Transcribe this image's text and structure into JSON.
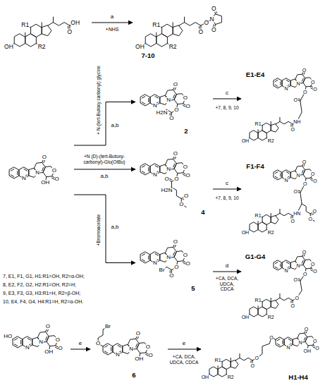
{
  "diagram": {
    "nodes": [
      {
        "text": [
          "R1",
          "R2",
          "OH",
          "O",
          "OH"
        ]
      },
      {
        "text": [
          "7-10",
          "R1",
          "R2",
          "OH",
          "O",
          "O",
          "N",
          "O",
          "O"
        ]
      },
      {
        "text": [
          "2",
          "N",
          "N",
          "O",
          "O",
          "O",
          "O",
          "O",
          "H2N"
        ]
      },
      {
        "text": [
          "E1-E4",
          "R1",
          "R2",
          "OH",
          "O",
          "NH",
          "O",
          "O",
          "N",
          "N",
          "O",
          "O",
          "O"
        ]
      },
      {
        "text": [
          "N",
          "N",
          "O",
          "O",
          "O",
          "OH"
        ]
      },
      {
        "text": [
          "4",
          "N",
          "N",
          "O",
          "O",
          "O",
          "O",
          "O",
          "H2N",
          "O",
          "O"
        ]
      },
      {
        "text": [
          "F1-F4",
          "R1",
          "R2",
          "OH",
          "O",
          "HN",
          "O",
          "O",
          "O",
          "O",
          "N",
          "N",
          "O",
          "O",
          "O"
        ]
      },
      {
        "text": [
          "5",
          "N",
          "N",
          "O",
          "O",
          "O",
          "O",
          "O",
          "Br"
        ]
      },
      {
        "text": [
          "G1-G4",
          "R1",
          "R2",
          "OH",
          "O",
          "O",
          "O",
          "O",
          "N",
          "N",
          "O",
          "O",
          "O"
        ]
      },
      {
        "text": [
          "HO",
          "N",
          "N",
          "O",
          "O",
          "O",
          "OH"
        ]
      },
      {
        "text": [
          "6",
          "Br",
          "O",
          "N",
          "N",
          "O",
          "O",
          "O",
          "OH"
        ]
      },
      {
        "text": [
          "H1-H4",
          "R1",
          "R2",
          "OH",
          "O",
          "O",
          "O",
          "N",
          "N",
          "O",
          "O",
          "O",
          "OH"
        ]
      }
    ],
    "edges": [
      {
        "from": 0,
        "to": 1,
        "arrow": "to",
        "label": "a"
      },
      {
        "from": 4,
        "to": 2,
        "arrow": "to",
        "label": "a,b"
      },
      {
        "from": 2,
        "to": 3,
        "arrow": "to",
        "label": "c"
      },
      {
        "from": 4,
        "to": 5,
        "arrow": "to",
        "label": "a,b"
      },
      {
        "from": 5,
        "to": 6,
        "arrow": "to",
        "label": "c"
      },
      {
        "from": 4,
        "to": 7,
        "arrow": "to",
        "label": "a,b"
      },
      {
        "from": 7,
        "to": 8,
        "arrow": "to",
        "label": "d"
      },
      {
        "from": 9,
        "to": 10,
        "arrow": "to",
        "label": "e"
      },
      {
        "from": 10,
        "to": 11,
        "arrow": "to",
        "label": "e"
      }
    ],
    "labels": [
      "+NHS",
      "+ N-(tert-Butoxy carbonyl) glycine",
      "+N (D)-(tert-Butoxy-carbonyl)-Glu(OtBu)",
      "+Bromoacetate",
      "+7, 8, 9, 10",
      "+7, 8, 9, 10",
      "+CA, DCA, UDCA, CDCA",
      "+CA, DCA, UDCA, CDCA",
      "7, E1, F1, G1, H1:R1=OH, R2=α-OH;",
      "8, E2, F2, G2, H2:R1=OH, R2=H;",
      "9, E3, F3, G3, H3:R1=H, R2=β-OH;",
      "10, E4, F4, G4, H4:R1=H, R2=α-OH."
    ]
  }
}
